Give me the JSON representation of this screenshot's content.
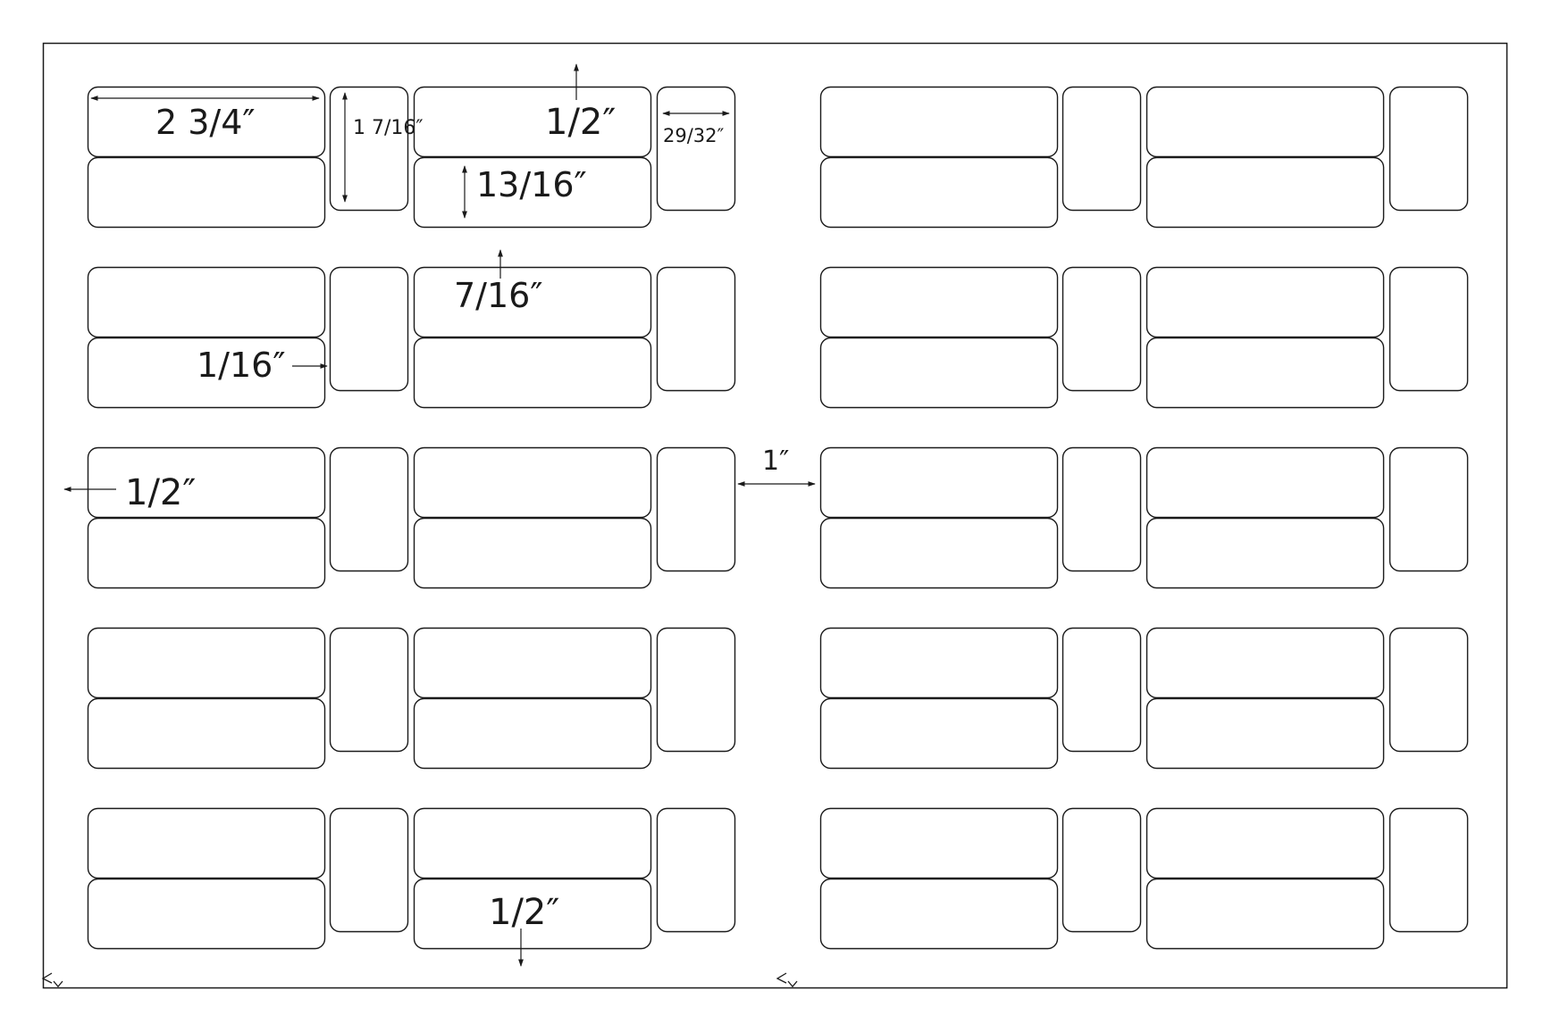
{
  "colors": {
    "stroke": "#1a1a1a",
    "background": "#ffffff"
  },
  "diagram": {
    "blocks": {
      "rows": 5,
      "columns": 2
    },
    "dimensions": {
      "wide_label_width": "2 3/4″",
      "tall_label_height": "1 7/16″",
      "top_margin": "1/2″",
      "small_label_width": "29/32″",
      "wide_label_height": "13/16″",
      "row_gap": "7/16″",
      "column_gap": "1/16″",
      "side_margin": "1/2″",
      "center_gap": "1″",
      "bottom_margin": "1/2″"
    }
  }
}
